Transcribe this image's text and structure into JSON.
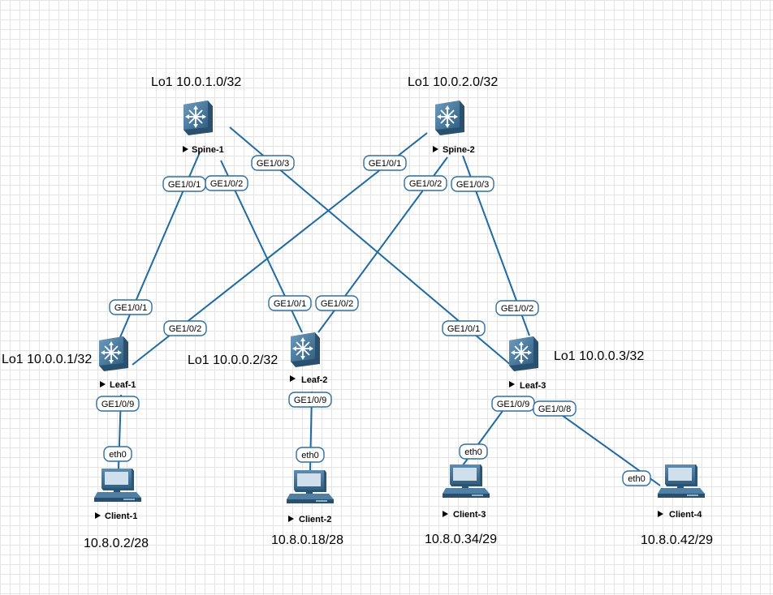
{
  "devices": {
    "spine1": {
      "name": "Spine-1",
      "loopback": "Lo1 10.0.1.0/32",
      "icon": "switch-icon"
    },
    "spine2": {
      "name": "Spine-2",
      "loopback": "Lo1 10.0.2.0/32",
      "icon": "switch-icon"
    },
    "leaf1": {
      "name": "Leaf-1",
      "loopback": "Lo1 10.0.0.1/32",
      "icon": "switch-icon"
    },
    "leaf2": {
      "name": "Leaf-2",
      "loopback": "Lo1 10.0.0.2/32",
      "icon": "switch-icon"
    },
    "leaf3": {
      "name": "Leaf-3",
      "loopback": "Lo1 10.0.0.3/32",
      "icon": "switch-icon"
    },
    "client1": {
      "name": "Client-1",
      "subnet": "10.8.0.2/28",
      "icon": "pc-icon"
    },
    "client2": {
      "name": "Client-2",
      "subnet": "10.8.0.18/28",
      "icon": "pc-icon"
    },
    "client3": {
      "name": "Client-3",
      "subnet": "10.8.0.34/29",
      "icon": "pc-icon"
    },
    "client4": {
      "name": "Client-4",
      "subnet": "10.8.0.42/29",
      "icon": "pc-icon"
    }
  },
  "links": [
    {
      "from": "spine1",
      "to": "leaf1",
      "from_port": "GE1/0/1",
      "to_port": "GE1/0/1"
    },
    {
      "from": "spine1",
      "to": "leaf2",
      "from_port": "GE1/0/2",
      "to_port": "GE1/0/1"
    },
    {
      "from": "spine1",
      "to": "leaf3",
      "from_port": "GE1/0/3",
      "to_port": "GE1/0/1"
    },
    {
      "from": "spine2",
      "to": "leaf1",
      "from_port": "GE1/0/1",
      "to_port": "GE1/0/2"
    },
    {
      "from": "spine2",
      "to": "leaf2",
      "from_port": "GE1/0/2",
      "to_port": "GE1/0/2"
    },
    {
      "from": "spine2",
      "to": "leaf3",
      "from_port": "GE1/0/3",
      "to_port": "GE1/0/2"
    },
    {
      "from": "leaf1",
      "to": "client1",
      "from_port": "GE1/0/9",
      "to_port": "eth0"
    },
    {
      "from": "leaf2",
      "to": "client2",
      "from_port": "GE1/0/9",
      "to_port": "eth0"
    },
    {
      "from": "leaf3",
      "to": "client3",
      "from_port": "GE1/0/9",
      "to_port": "eth0"
    },
    {
      "from": "leaf3",
      "to": "client4",
      "from_port": "GE1/0/8",
      "to_port": "eth0"
    }
  ],
  "colors": {
    "link": "#1f6aa0",
    "device": "#3f6f92",
    "port_border": "#2f6f9f"
  }
}
